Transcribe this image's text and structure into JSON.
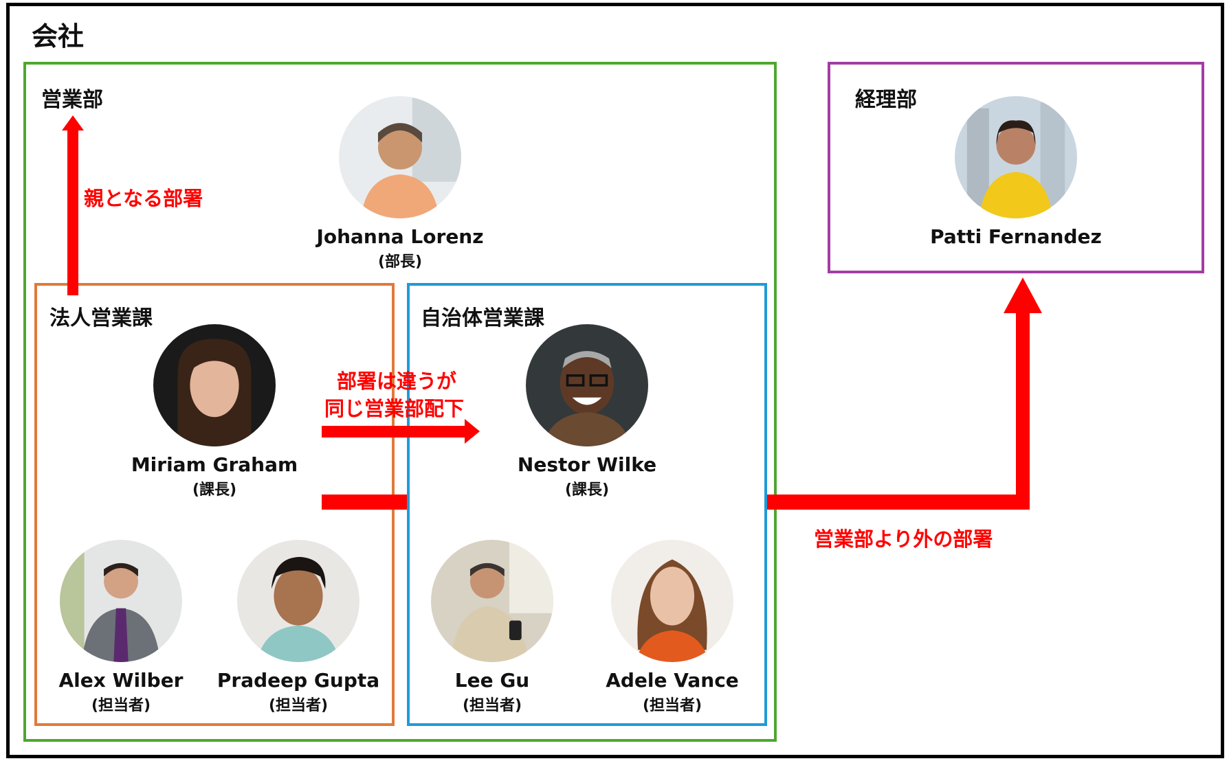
{
  "company": {
    "title": "会社"
  },
  "departments": {
    "sales": {
      "name": "営業部",
      "color": "#4ea72e"
    },
    "accounting": {
      "name": "経理部",
      "color": "#a33ca3"
    },
    "corporate_sales": {
      "name": "法人営業課",
      "color": "#e07a3a"
    },
    "municipal_sales": {
      "name": "自治体営業課",
      "color": "#1f9bd7"
    }
  },
  "people": {
    "johanna": {
      "name": "Johanna Lorenz",
      "role": "(部長)"
    },
    "patti": {
      "name": "Patti Fernandez",
      "role": ""
    },
    "miriam": {
      "name": "Miriam Graham",
      "role": "(課長)"
    },
    "nestor": {
      "name": "Nestor Wilke",
      "role": "(課長)"
    },
    "alex": {
      "name": "Alex Wilber",
      "role": "(担当者)"
    },
    "pradeep": {
      "name": "Pradeep Gupta",
      "role": "(担当者)"
    },
    "lee": {
      "name": "Lee Gu",
      "role": "(担当者)"
    },
    "adele": {
      "name": "Adele Vance",
      "role": "(担当者)"
    }
  },
  "annotations": {
    "parent_department": "親となる部署",
    "different_but_same_line1": "部署は違うが",
    "different_but_same_line2": "同じ営業部配下",
    "outside_department": "営業部より外の部署"
  },
  "colors": {
    "arrow": "#ff0000",
    "frame": "#000000"
  }
}
